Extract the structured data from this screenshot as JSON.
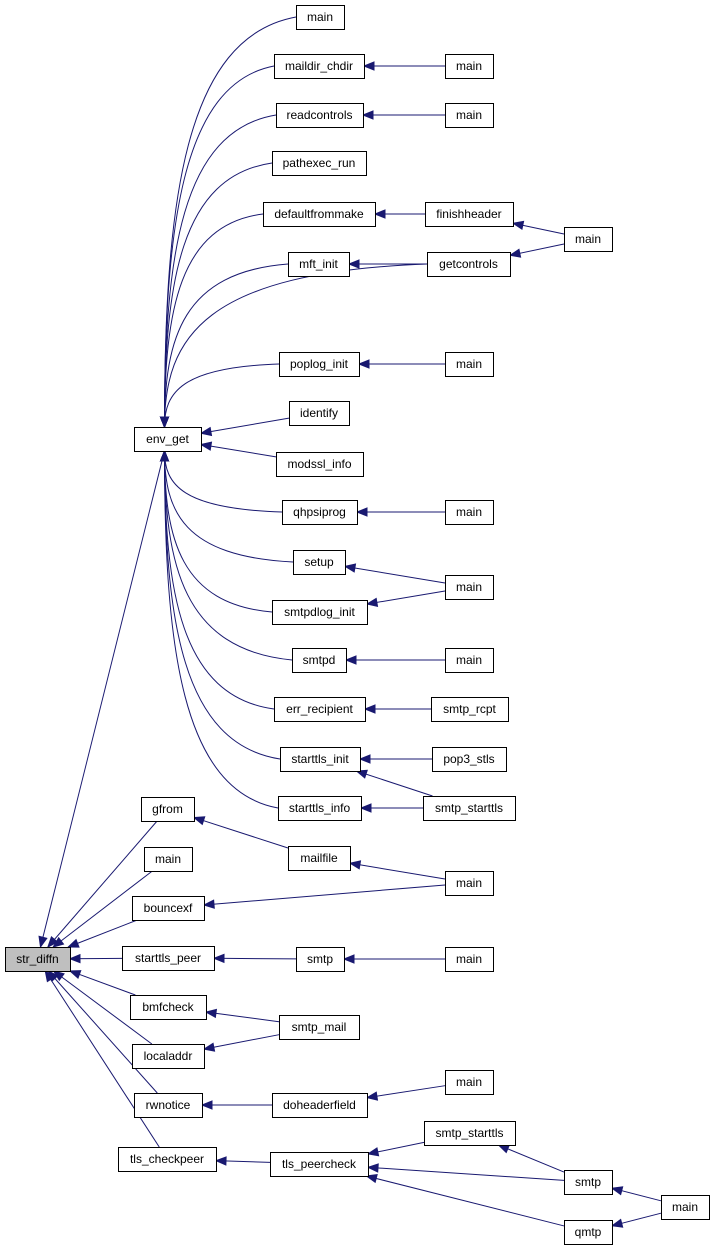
{
  "nodes": {
    "str_diffn": "str_diffn",
    "env_get": "env_get",
    "main_a": "main",
    "maildir_chdir": "maildir_chdir",
    "main_b": "main",
    "readcontrols": "readcontrols",
    "main_c": "main",
    "pathexec_run": "pathexec_run",
    "defaultfrommake": "defaultfrommake",
    "finishheader": "finishheader",
    "main_d": "main",
    "mft_init": "mft_init",
    "getcontrols": "getcontrols",
    "poplog_init": "poplog_init",
    "main_e": "main",
    "identify": "identify",
    "modssl_info": "modssl_info",
    "qhpsiprog": "qhpsiprog",
    "main_f": "main",
    "setup": "setup",
    "main_g": "main",
    "smtpdlog_init": "smtpdlog_init",
    "smtpd": "smtpd",
    "main_h": "main",
    "err_recipient": "err_recipient",
    "smtp_rcpt": "smtp_rcpt",
    "starttls_init": "starttls_init",
    "pop3_stls": "pop3_stls",
    "starttls_info": "starttls_info",
    "smtp_starttls_a": "smtp_starttls",
    "gfrom": "gfrom",
    "mailfile": "mailfile",
    "main_i": "main",
    "main_j": "main",
    "bouncexf": "bouncexf",
    "starttls_peer": "starttls_peer",
    "smtp_a": "smtp",
    "main_k": "main",
    "bmfcheck": "bmfcheck",
    "smtp_mail": "smtp_mail",
    "localaddr": "localaddr",
    "rwnotice": "rwnotice",
    "doheaderfield": "doheaderfield",
    "main_l": "main",
    "tls_checkpeer": "tls_checkpeer",
    "tls_peercheck": "tls_peercheck",
    "smtp_starttls_b": "smtp_starttls",
    "smtp_b": "smtp",
    "qmtp": "qmtp",
    "main_m": "main"
  },
  "edges": [
    [
      "env_get",
      "str_diffn"
    ],
    [
      "gfrom",
      "str_diffn"
    ],
    [
      "main_j",
      "str_diffn"
    ],
    [
      "bouncexf",
      "str_diffn"
    ],
    [
      "starttls_peer",
      "str_diffn"
    ],
    [
      "bmfcheck",
      "str_diffn"
    ],
    [
      "localaddr",
      "str_diffn"
    ],
    [
      "rwnotice",
      "str_diffn"
    ],
    [
      "tls_checkpeer",
      "str_diffn"
    ],
    [
      "main_a",
      "env_get"
    ],
    [
      "maildir_chdir",
      "env_get"
    ],
    [
      "readcontrols",
      "env_get"
    ],
    [
      "pathexec_run",
      "env_get"
    ],
    [
      "defaultfrommake",
      "env_get"
    ],
    [
      "mft_init",
      "env_get"
    ],
    [
      "getcontrols",
      "env_get"
    ],
    [
      "poplog_init",
      "env_get"
    ],
    [
      "identify",
      "env_get"
    ],
    [
      "modssl_info",
      "env_get"
    ],
    [
      "qhpsiprog",
      "env_get"
    ],
    [
      "setup",
      "env_get"
    ],
    [
      "smtpdlog_init",
      "env_get"
    ],
    [
      "smtpd",
      "env_get"
    ],
    [
      "err_recipient",
      "env_get"
    ],
    [
      "starttls_init",
      "env_get"
    ],
    [
      "starttls_info",
      "env_get"
    ],
    [
      "main_b",
      "maildir_chdir"
    ],
    [
      "main_c",
      "readcontrols"
    ],
    [
      "finishheader",
      "defaultfrommake"
    ],
    [
      "main_d",
      "finishheader"
    ],
    [
      "getcontrols",
      "mft_init"
    ],
    [
      "main_d",
      "getcontrols"
    ],
    [
      "main_e",
      "poplog_init"
    ],
    [
      "main_f",
      "qhpsiprog"
    ],
    [
      "main_g",
      "setup"
    ],
    [
      "main_g",
      "smtpdlog_init"
    ],
    [
      "main_h",
      "smtpd"
    ],
    [
      "smtp_rcpt",
      "err_recipient"
    ],
    [
      "pop3_stls",
      "starttls_init"
    ],
    [
      "smtp_starttls_a",
      "starttls_init"
    ],
    [
      "smtp_starttls_a",
      "starttls_info"
    ],
    [
      "mailfile",
      "gfrom"
    ],
    [
      "main_i",
      "mailfile"
    ],
    [
      "main_i",
      "bouncexf"
    ],
    [
      "smtp_a",
      "starttls_peer"
    ],
    [
      "main_k",
      "smtp_a"
    ],
    [
      "smtp_mail",
      "bmfcheck"
    ],
    [
      "smtp_mail",
      "localaddr"
    ],
    [
      "doheaderfield",
      "rwnotice"
    ],
    [
      "main_l",
      "doheaderfield"
    ],
    [
      "tls_peercheck",
      "tls_checkpeer"
    ],
    [
      "smtp_starttls_b",
      "tls_peercheck"
    ],
    [
      "smtp_b",
      "tls_peercheck"
    ],
    [
      "qmtp",
      "tls_peercheck"
    ],
    [
      "smtp_b",
      "smtp_starttls_b"
    ],
    [
      "main_m",
      "smtp_b"
    ],
    [
      "main_m",
      "qmtp"
    ]
  ]
}
